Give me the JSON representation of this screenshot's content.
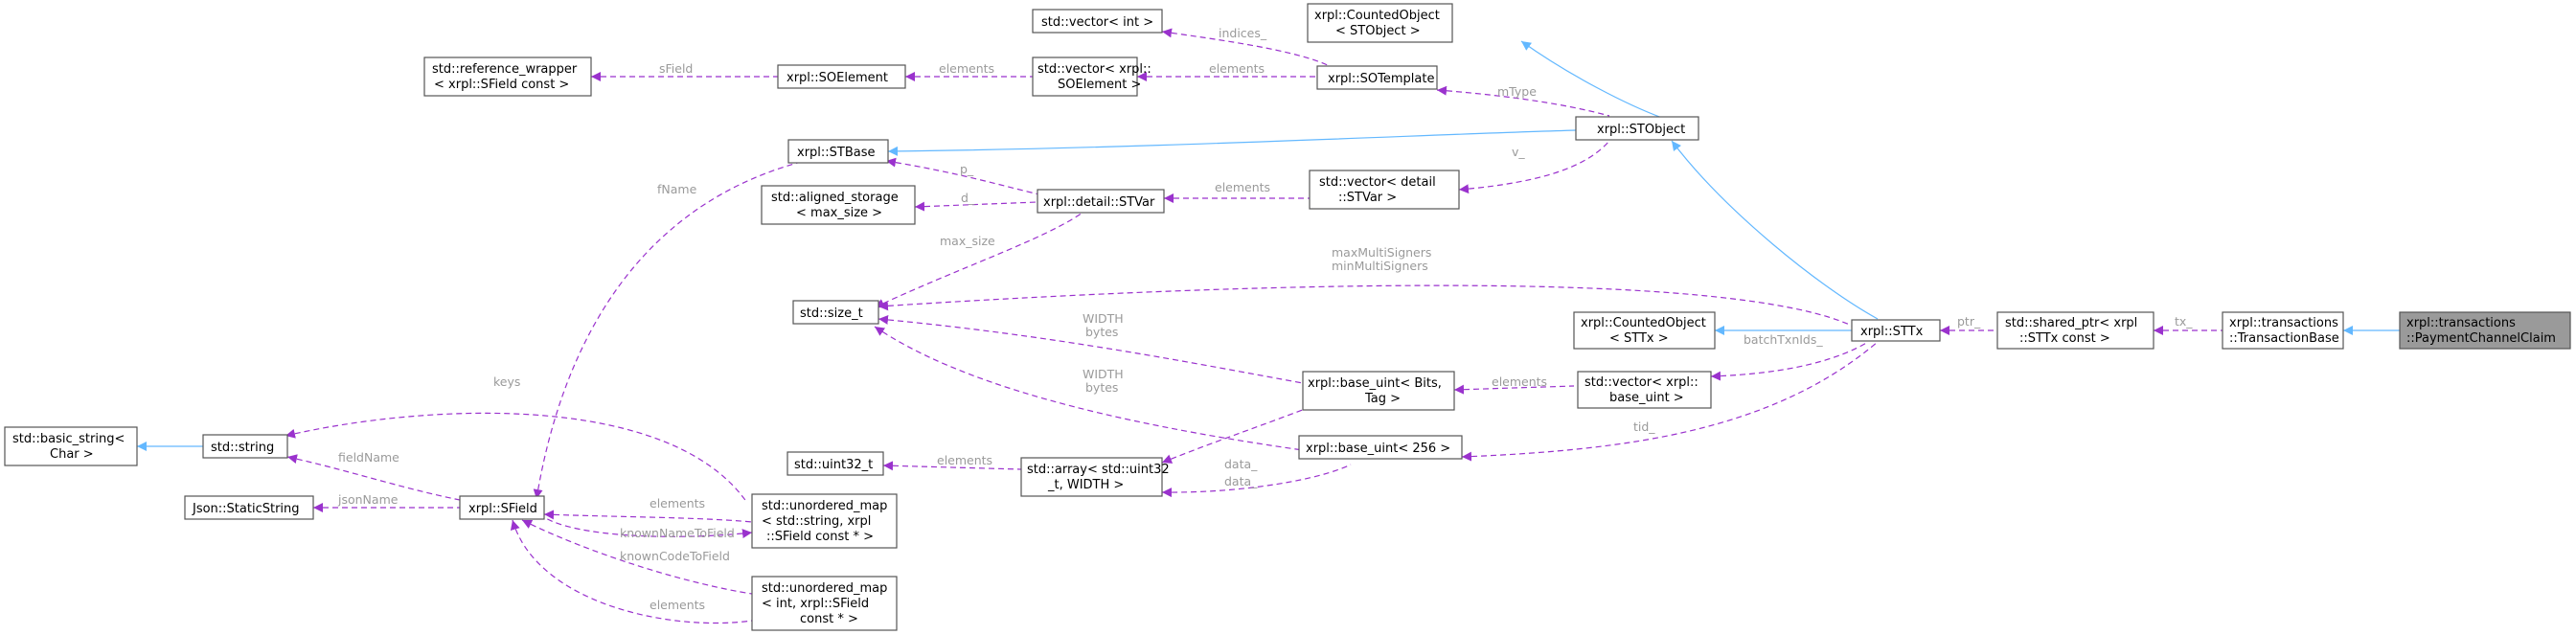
{
  "nodes": {
    "payment_channel_claim": [
      "xrpl::transactions",
      "::PaymentChannelClaim"
    ],
    "transaction_base": [
      "xrpl::transactions",
      "::TransactionBase"
    ],
    "shared_ptr_sttx": [
      "std::shared_ptr< xrpl",
      "::STTx const >"
    ],
    "sttx": [
      "xrpl::STTx"
    ],
    "counted_object_sttx": [
      "xrpl::CountedObject",
      "< STTx >"
    ],
    "vector_base_uint": [
      "std::vector< xrpl::",
      "base_uint >"
    ],
    "stobject": [
      "xrpl::STObject"
    ],
    "counted_object_stobject": [
      "xrpl::CountedObject",
      "< STObject >"
    ],
    "sotemplate": [
      "xrpl::SOTemplate"
    ],
    "vector_int": [
      "std::vector< int >"
    ],
    "vector_soelement": [
      "std::vector< xrpl::",
      "SOElement >"
    ],
    "soelement": [
      "xrpl::SOElement"
    ],
    "reference_wrapper": [
      "std::reference_wrapper",
      "< xrpl::SField const >"
    ],
    "stbase": [
      "xrpl::STBase"
    ],
    "vector_stvar": [
      "std::vector< detail",
      "::STVar >"
    ],
    "stvar": [
      "xrpl::detail::STVar"
    ],
    "aligned_storage": [
      "std::aligned_storage",
      "< max_size >"
    ],
    "size_t": [
      "std::size_t"
    ],
    "base_uint_bits": [
      "xrpl::base_uint< Bits,",
      "Tag >"
    ],
    "base_uint_256": [
      "xrpl::base_uint< 256 >"
    ],
    "array_uint32": [
      "std::array< std::uint32",
      "_t, WIDTH >"
    ],
    "uint32": [
      "std::uint32_t"
    ],
    "basic_string": [
      "std::basic_string<",
      "Char >"
    ],
    "string": [
      "std::string"
    ],
    "json_static_string": [
      "Json::StaticString"
    ],
    "sfield": [
      "xrpl::SField"
    ],
    "unordered_map_string": [
      "std::unordered_map",
      "< std::string, xrpl",
      "::SField const * >"
    ],
    "unordered_map_int": [
      "std::unordered_map",
      "< int, xrpl::SField",
      "const * >"
    ]
  },
  "edge_labels": {
    "tx": "tx_",
    "ptr": "ptr_",
    "batch_txn_ids": "batchTxnIds_",
    "tid": "tid_",
    "max_multi_signers": "maxMultiSigners",
    "min_multi_signers": "minMultiSigners",
    "v": "v_",
    "m_type": "mType",
    "indices": "indices_",
    "elements_sotemplate": "elements",
    "elements_soelement": "elements",
    "s_field": "sField",
    "elements_stvar": "elements",
    "p": "p_",
    "d": "d_",
    "max_size": "max_size",
    "f_name": "fName",
    "elements_vector_base_uint": "elements",
    "width_bytes_1": "WIDTH\nbytes",
    "width_bytes_2": "WIDTH\nbytes",
    "data_1": "data_",
    "data_2": "data_",
    "elements_uint32": "elements",
    "keys": "keys",
    "field_name": "fieldName",
    "json_name": "jsonName",
    "elements_map_string": "elements",
    "known_name_to_field": "knownNameToField",
    "known_code_to_field": "knownCodeToField",
    "elements_map_int": "elements"
  },
  "colors": {
    "usage_edge": "#9a32cd",
    "inheritance_edge": "#63b8ff",
    "highlighted_node": "#9a9a9a",
    "edge_label": "#9a9a9a"
  }
}
